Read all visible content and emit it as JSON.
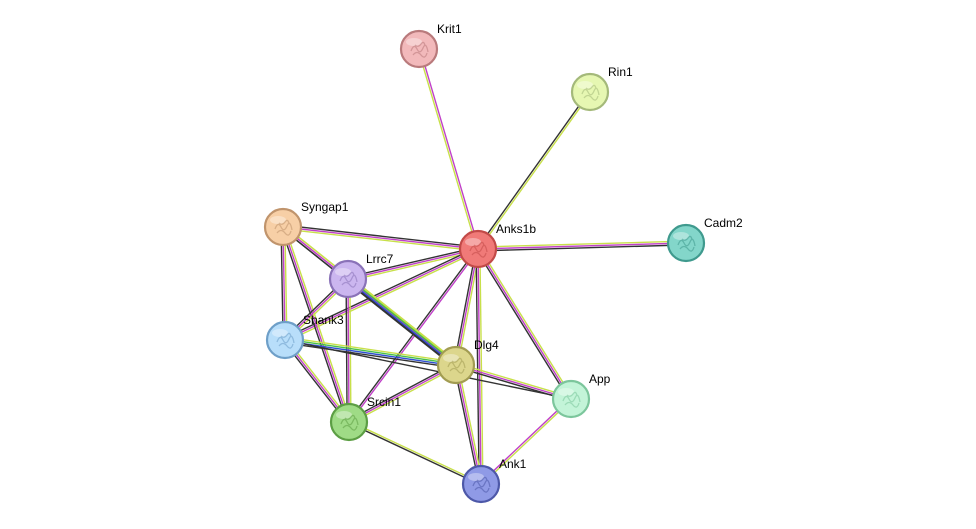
{
  "network": {
    "nodes": [
      {
        "id": "Anks1b",
        "label": "Anks1b",
        "color": "#f07a78",
        "border": "#c24a48",
        "icon": "protein-structure-icon"
      },
      {
        "id": "Krit1",
        "label": "Krit1",
        "color": "#f2b9bb",
        "border": "#b97a7c",
        "icon": "protein-structure-icon"
      },
      {
        "id": "Rin1",
        "label": "Rin1",
        "color": "#e6f7b2",
        "border": "#a4b97a",
        "icon": "protein-structure-icon"
      },
      {
        "id": "Cadm2",
        "label": "Cadm2",
        "color": "#83d6ca",
        "border": "#3f9a8e",
        "icon": "protein-structure-icon"
      },
      {
        "id": "Syngap1",
        "label": "Syngap1",
        "color": "#f7cfa6",
        "border": "#c0946c",
        "icon": "protein-structure-icon"
      },
      {
        "id": "Lrrc7",
        "label": "Lrrc7",
        "color": "#cbb6ef",
        "border": "#8a72b8",
        "icon": "protein-structure-icon"
      },
      {
        "id": "Shank3",
        "label": "Shank3",
        "color": "#b8defa",
        "border": "#6e9fc8",
        "icon": "protein-structure-icon"
      },
      {
        "id": "Dlg4",
        "label": "Dlg4",
        "color": "#dcd68c",
        "border": "#a29c52",
        "icon": "protein-structure-icon"
      },
      {
        "id": "Srcin1",
        "label": "Srcin1",
        "color": "#9fdb86",
        "border": "#5c9e44",
        "icon": "protein-structure-icon"
      },
      {
        "id": "App",
        "label": "App",
        "color": "#c3f4d8",
        "border": "#7cc69c",
        "icon": "protein-structure-icon"
      },
      {
        "id": "Ank1",
        "label": "Ank1",
        "color": "#8f9ae6",
        "border": "#4d58a8",
        "icon": "protein-structure-icon"
      }
    ],
    "edges": [
      {
        "source": "Anks1b",
        "target": "Krit1",
        "types": [
          "yellow",
          "magenta"
        ]
      },
      {
        "source": "Anks1b",
        "target": "Rin1",
        "types": [
          "black",
          "yellow"
        ]
      },
      {
        "source": "Anks1b",
        "target": "Cadm2",
        "types": [
          "yellow",
          "magenta",
          "black"
        ]
      },
      {
        "source": "Anks1b",
        "target": "Syngap1",
        "types": [
          "yellow",
          "magenta",
          "black"
        ]
      },
      {
        "source": "Anks1b",
        "target": "Lrrc7",
        "types": [
          "yellow",
          "magenta",
          "black"
        ]
      },
      {
        "source": "Anks1b",
        "target": "Shank3",
        "types": [
          "yellow",
          "magenta",
          "black"
        ]
      },
      {
        "source": "Anks1b",
        "target": "Dlg4",
        "types": [
          "yellow",
          "magenta",
          "black"
        ]
      },
      {
        "source": "Anks1b",
        "target": "Srcin1",
        "types": [
          "magenta",
          "black"
        ]
      },
      {
        "source": "Anks1b",
        "target": "App",
        "types": [
          "yellow",
          "magenta",
          "black"
        ]
      },
      {
        "source": "Anks1b",
        "target": "Ank1",
        "types": [
          "yellow",
          "magenta",
          "black"
        ]
      },
      {
        "source": "Syngap1",
        "target": "Lrrc7",
        "types": [
          "yellow",
          "magenta",
          "black"
        ]
      },
      {
        "source": "Syngap1",
        "target": "Shank3",
        "types": [
          "yellow",
          "magenta",
          "black"
        ]
      },
      {
        "source": "Syngap1",
        "target": "Srcin1",
        "types": [
          "yellow",
          "magenta",
          "black"
        ]
      },
      {
        "source": "Syngap1",
        "target": "Dlg4",
        "types": [
          "yellow",
          "magenta",
          "black"
        ]
      },
      {
        "source": "Lrrc7",
        "target": "Shank3",
        "types": [
          "yellow",
          "magenta",
          "black"
        ]
      },
      {
        "source": "Lrrc7",
        "target": "Dlg4",
        "types": [
          "yellow",
          "green",
          "blue",
          "black"
        ]
      },
      {
        "source": "Lrrc7",
        "target": "Srcin1",
        "types": [
          "yellow",
          "magenta",
          "black"
        ]
      },
      {
        "source": "Shank3",
        "target": "Dlg4",
        "types": [
          "yellow",
          "green",
          "blue",
          "black"
        ]
      },
      {
        "source": "Shank3",
        "target": "Srcin1",
        "types": [
          "yellow",
          "magenta",
          "black"
        ]
      },
      {
        "source": "Shank3",
        "target": "App",
        "types": [
          "black"
        ]
      },
      {
        "source": "Dlg4",
        "target": "Srcin1",
        "types": [
          "yellow",
          "magenta",
          "black"
        ]
      },
      {
        "source": "Dlg4",
        "target": "App",
        "types": [
          "yellow",
          "magenta",
          "black"
        ]
      },
      {
        "source": "Dlg4",
        "target": "Ank1",
        "types": [
          "yellow",
          "magenta",
          "black"
        ]
      },
      {
        "source": "Srcin1",
        "target": "Ank1",
        "types": [
          "yellow",
          "black"
        ]
      },
      {
        "source": "App",
        "target": "Ank1",
        "types": [
          "yellow",
          "magenta"
        ]
      }
    ],
    "edge_colors": {
      "yellow": "#c8e04a",
      "magenta": "#c040c8",
      "black": "#333333",
      "green": "#48c048",
      "blue": "#3050d0"
    }
  }
}
